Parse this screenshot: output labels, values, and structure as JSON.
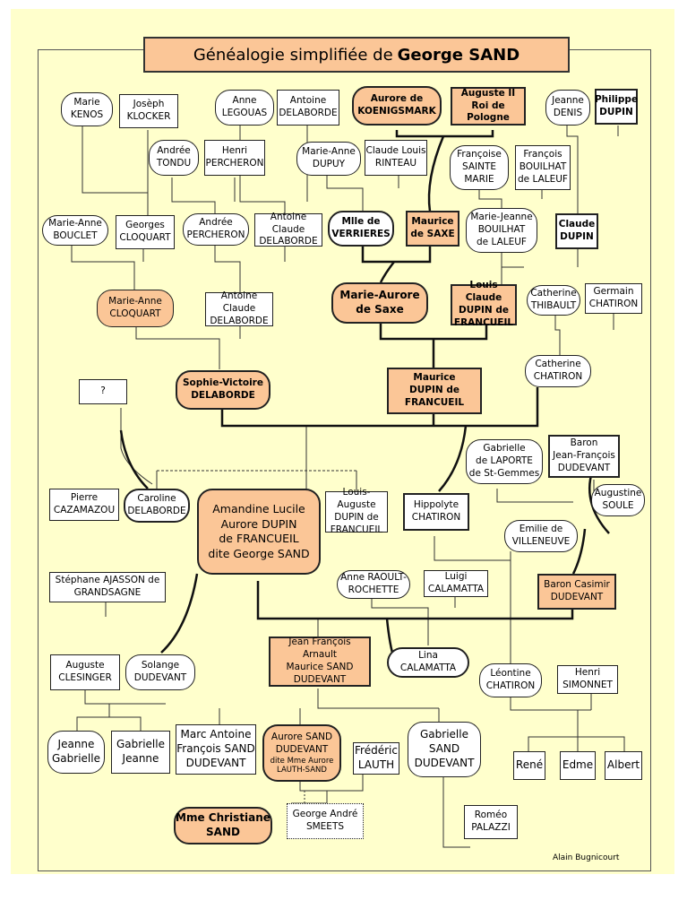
{
  "title": {
    "prefix": "Généalogie simplifiée de",
    "name": "George SAND"
  },
  "author": "Alain Bugnicourt",
  "persons": {
    "marie_kenos": "Marie\nKENOS",
    "josep_klocker": "Josèph\nKLOCKER",
    "anne_legouas": "Anne\nLEGOUAS",
    "antoine_delaborde": "Antoine\nDELABORDE",
    "aurore_koenigsmark": "Aurore de\nKOENIGSMARK",
    "auguste_ii": "Auguste II\nRoi de Pologne",
    "jeanne_denis": "Jeanne\nDENIS",
    "philippe_dupin": "Philippe\nDUPIN",
    "andree_tondu": "Andrée\nTONDU",
    "henri_percheron": "Henri\nPERCHERON",
    "marie_anne_dupuy": "Marie-Anne\nDUPUY",
    "claude_louis_rinteau": "Claude Louis\nRINTEAU",
    "francoise_sainte_marie": "Françoise\nSAINTE\nMARIE",
    "francois_bouilhat": "François\nBOUILHAT\nde LALEUF",
    "marie_anne_bouclet": "Marie-Anne\nBOUCLET",
    "georges_cloquart": "Georges\nCLOQUART",
    "andree_percheron": "Andrée\nPERCHERON",
    "antoine_claude_delaborde_1": "Antoine Claude\nDELABORDE",
    "mlle_verrieres": "Mlle de\nVERRIERES",
    "maurice_saxe": "Maurice\nde SAXE",
    "marie_jeanne_bouilhat": "Marie-Jeanne\nBOUILHAT\nde LALEUF",
    "claude_dupin": "Claude\nDUPIN",
    "marie_anne_cloquart": "Marie-Anne\nCLOQUART",
    "antoine_claude_delaborde_2": "Antoine Claude\nDELABORDE",
    "marie_aurore_saxe": "Marie-Aurore\nde Saxe",
    "louis_claude_dupin": "Louis Claude\nDUPIN de\nFRANCUEIL",
    "catherine_thibault": "Catherine\nTHIBAULT",
    "germain_chatiron": "Germain\nCHATIRON",
    "catherine_chatiron": "Catherine\nCHATIRON",
    "unknown": "?",
    "sophie_victoire": "Sophie-Victoire\nDELABORDE",
    "maurice_dupin": "Maurice\nDUPIN de\nFRANCUEIL",
    "gabrielle_laporte": "Gabrielle\nde LAPORTE\nde St-Gemmes",
    "baron_jf_dudevant": "Baron\nJean-François\nDUDEVANT",
    "pierre_cazamazou": "Pierre\nCAZAMAZOU",
    "caroline_delaborde": "Caroline\nDELABORDE",
    "george_sand": "Amandine Lucile\nAurore DUPIN\nde FRANCUEIL\ndite George SAND",
    "louis_auguste_dupin": "Louis-Auguste\nDUPIN de\nFRANCUEIL",
    "hippolyte_chatiron": "Hippolyte\nCHATIRON",
    "augustine_soule": "Augustine\nSOULE",
    "emilie_villeneuve": "Emilie de\nVILLENEUVE",
    "stephane_ajasson": "Stéphane AJASSON de\nGRANDSAGNE",
    "anne_raoult": "Anne RAOULT-\nROCHETTE",
    "luigi_calamatta": "Luigi\nCALAMATTA",
    "baron_casimir": "Baron Casimir\nDUDEVANT",
    "auguste_clesinger": "Auguste\nCLESINGER",
    "solange_dudevant": "Solange\nDUDEVANT",
    "maurice_sand": "Jean François Arnault\nMaurice SAND\nDUDEVANT",
    "lina_calamatta": "Lina\nCALAMATTA",
    "leontine_chatiron": "Léontine\nCHATIRON",
    "henri_simonnet": "Henri\nSIMONNET",
    "jeanne_gabrielle": "Jeanne\nGabrielle",
    "gabrielle_jeanne": "Gabrielle\nJeanne",
    "marc_antoine": "Marc Antoine\nFrançois SAND\nDUDEVANT",
    "aurore_sand": "Aurore SAND\nDUDEVANT",
    "aurore_sand_sub": "dite Mme Aurore\nLAUTH-SAND",
    "frederic_lauth": "Frédéric\nLAUTH",
    "gabrielle_sand": "Gabrielle\nSAND\nDUDEVANT",
    "rene": "René",
    "edme": "Edme",
    "albert": "Albert",
    "christiane_sand": "Mme Christiane\nSAND",
    "george_andre_smeets": "George André\nSMEETS",
    "romeo_palazzi": "Roméo\nPALAZZI"
  },
  "colors": {
    "highlight": "#fbc697",
    "background": "#ffffcc",
    "box": "#ffffff"
  }
}
